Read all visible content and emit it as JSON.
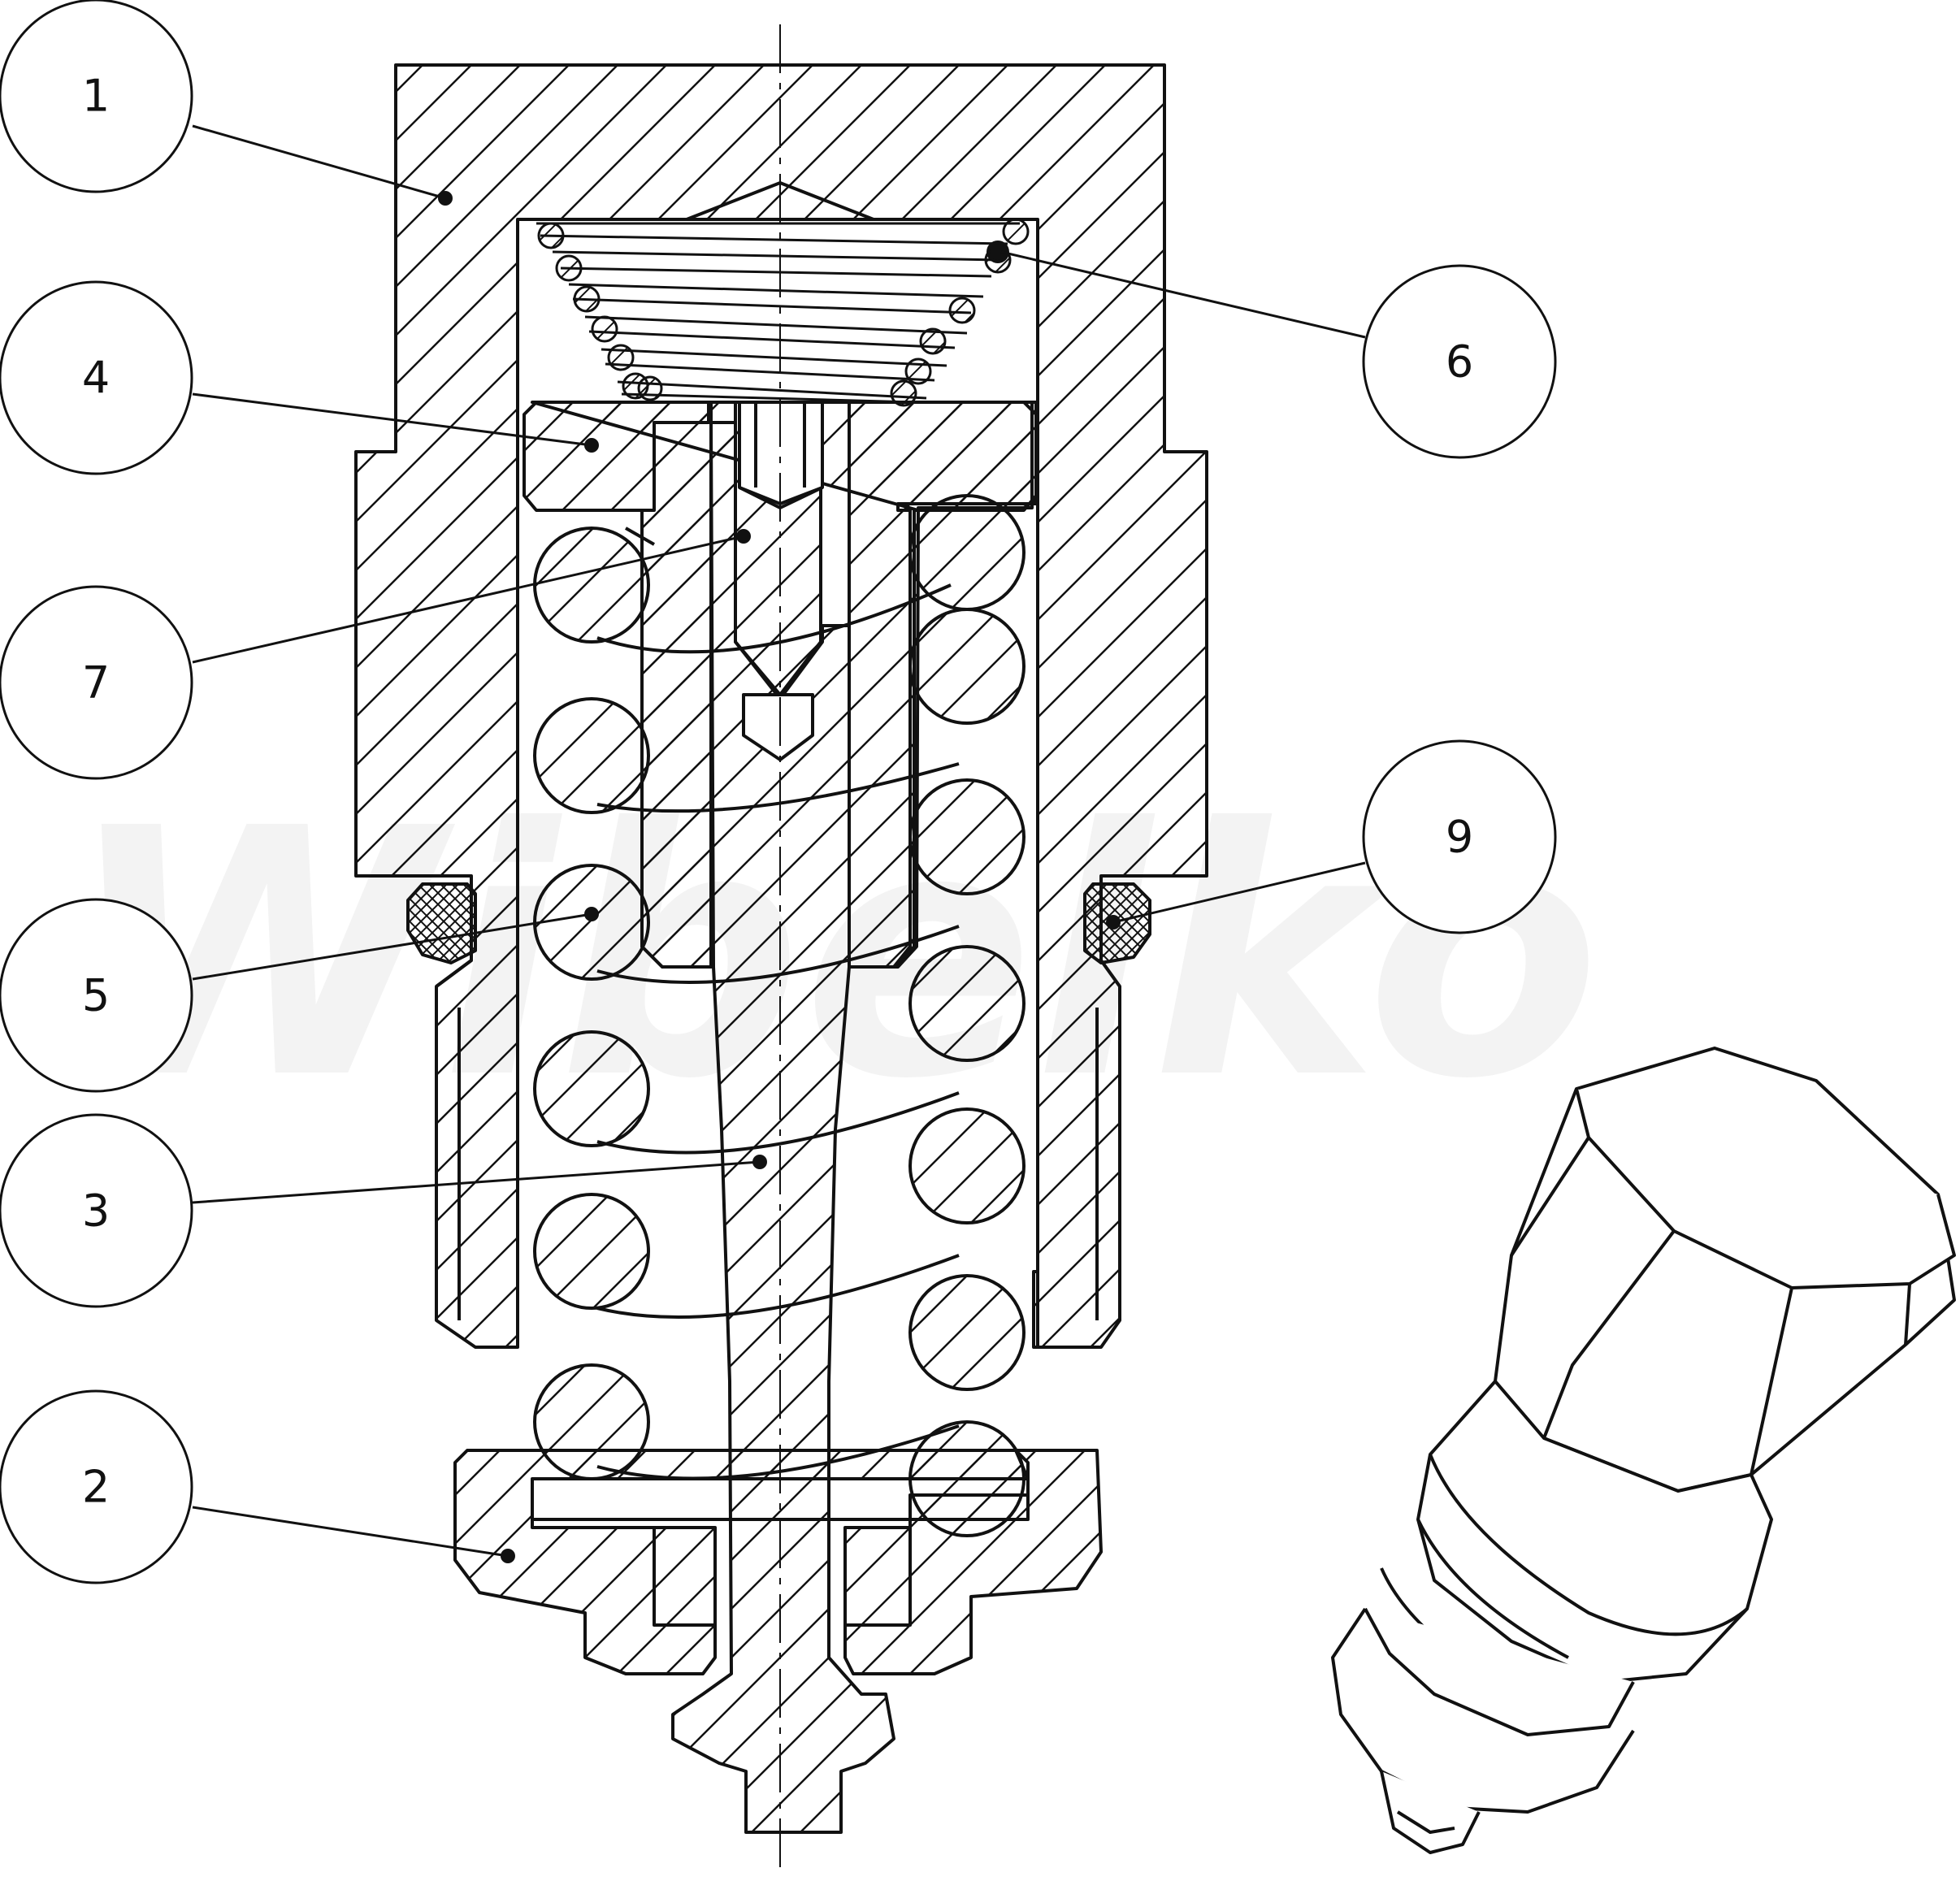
{
  "title": "",
  "watermark": "Wibelko",
  "colors": {
    "line": "#111111",
    "background": "#ffffff",
    "watermark": "#f3f3f3"
  },
  "callouts": [
    {
      "label": "1",
      "part": "housing"
    },
    {
      "label": "4",
      "part": "spring-seat"
    },
    {
      "label": "7",
      "part": "guide-pin"
    },
    {
      "label": "5",
      "part": "main-spring"
    },
    {
      "label": "3",
      "part": "plunger"
    },
    {
      "label": "2",
      "part": "bottom-cap"
    },
    {
      "label": "6",
      "part": "small-spring"
    },
    {
      "label": "9",
      "part": "o-ring"
    }
  ]
}
